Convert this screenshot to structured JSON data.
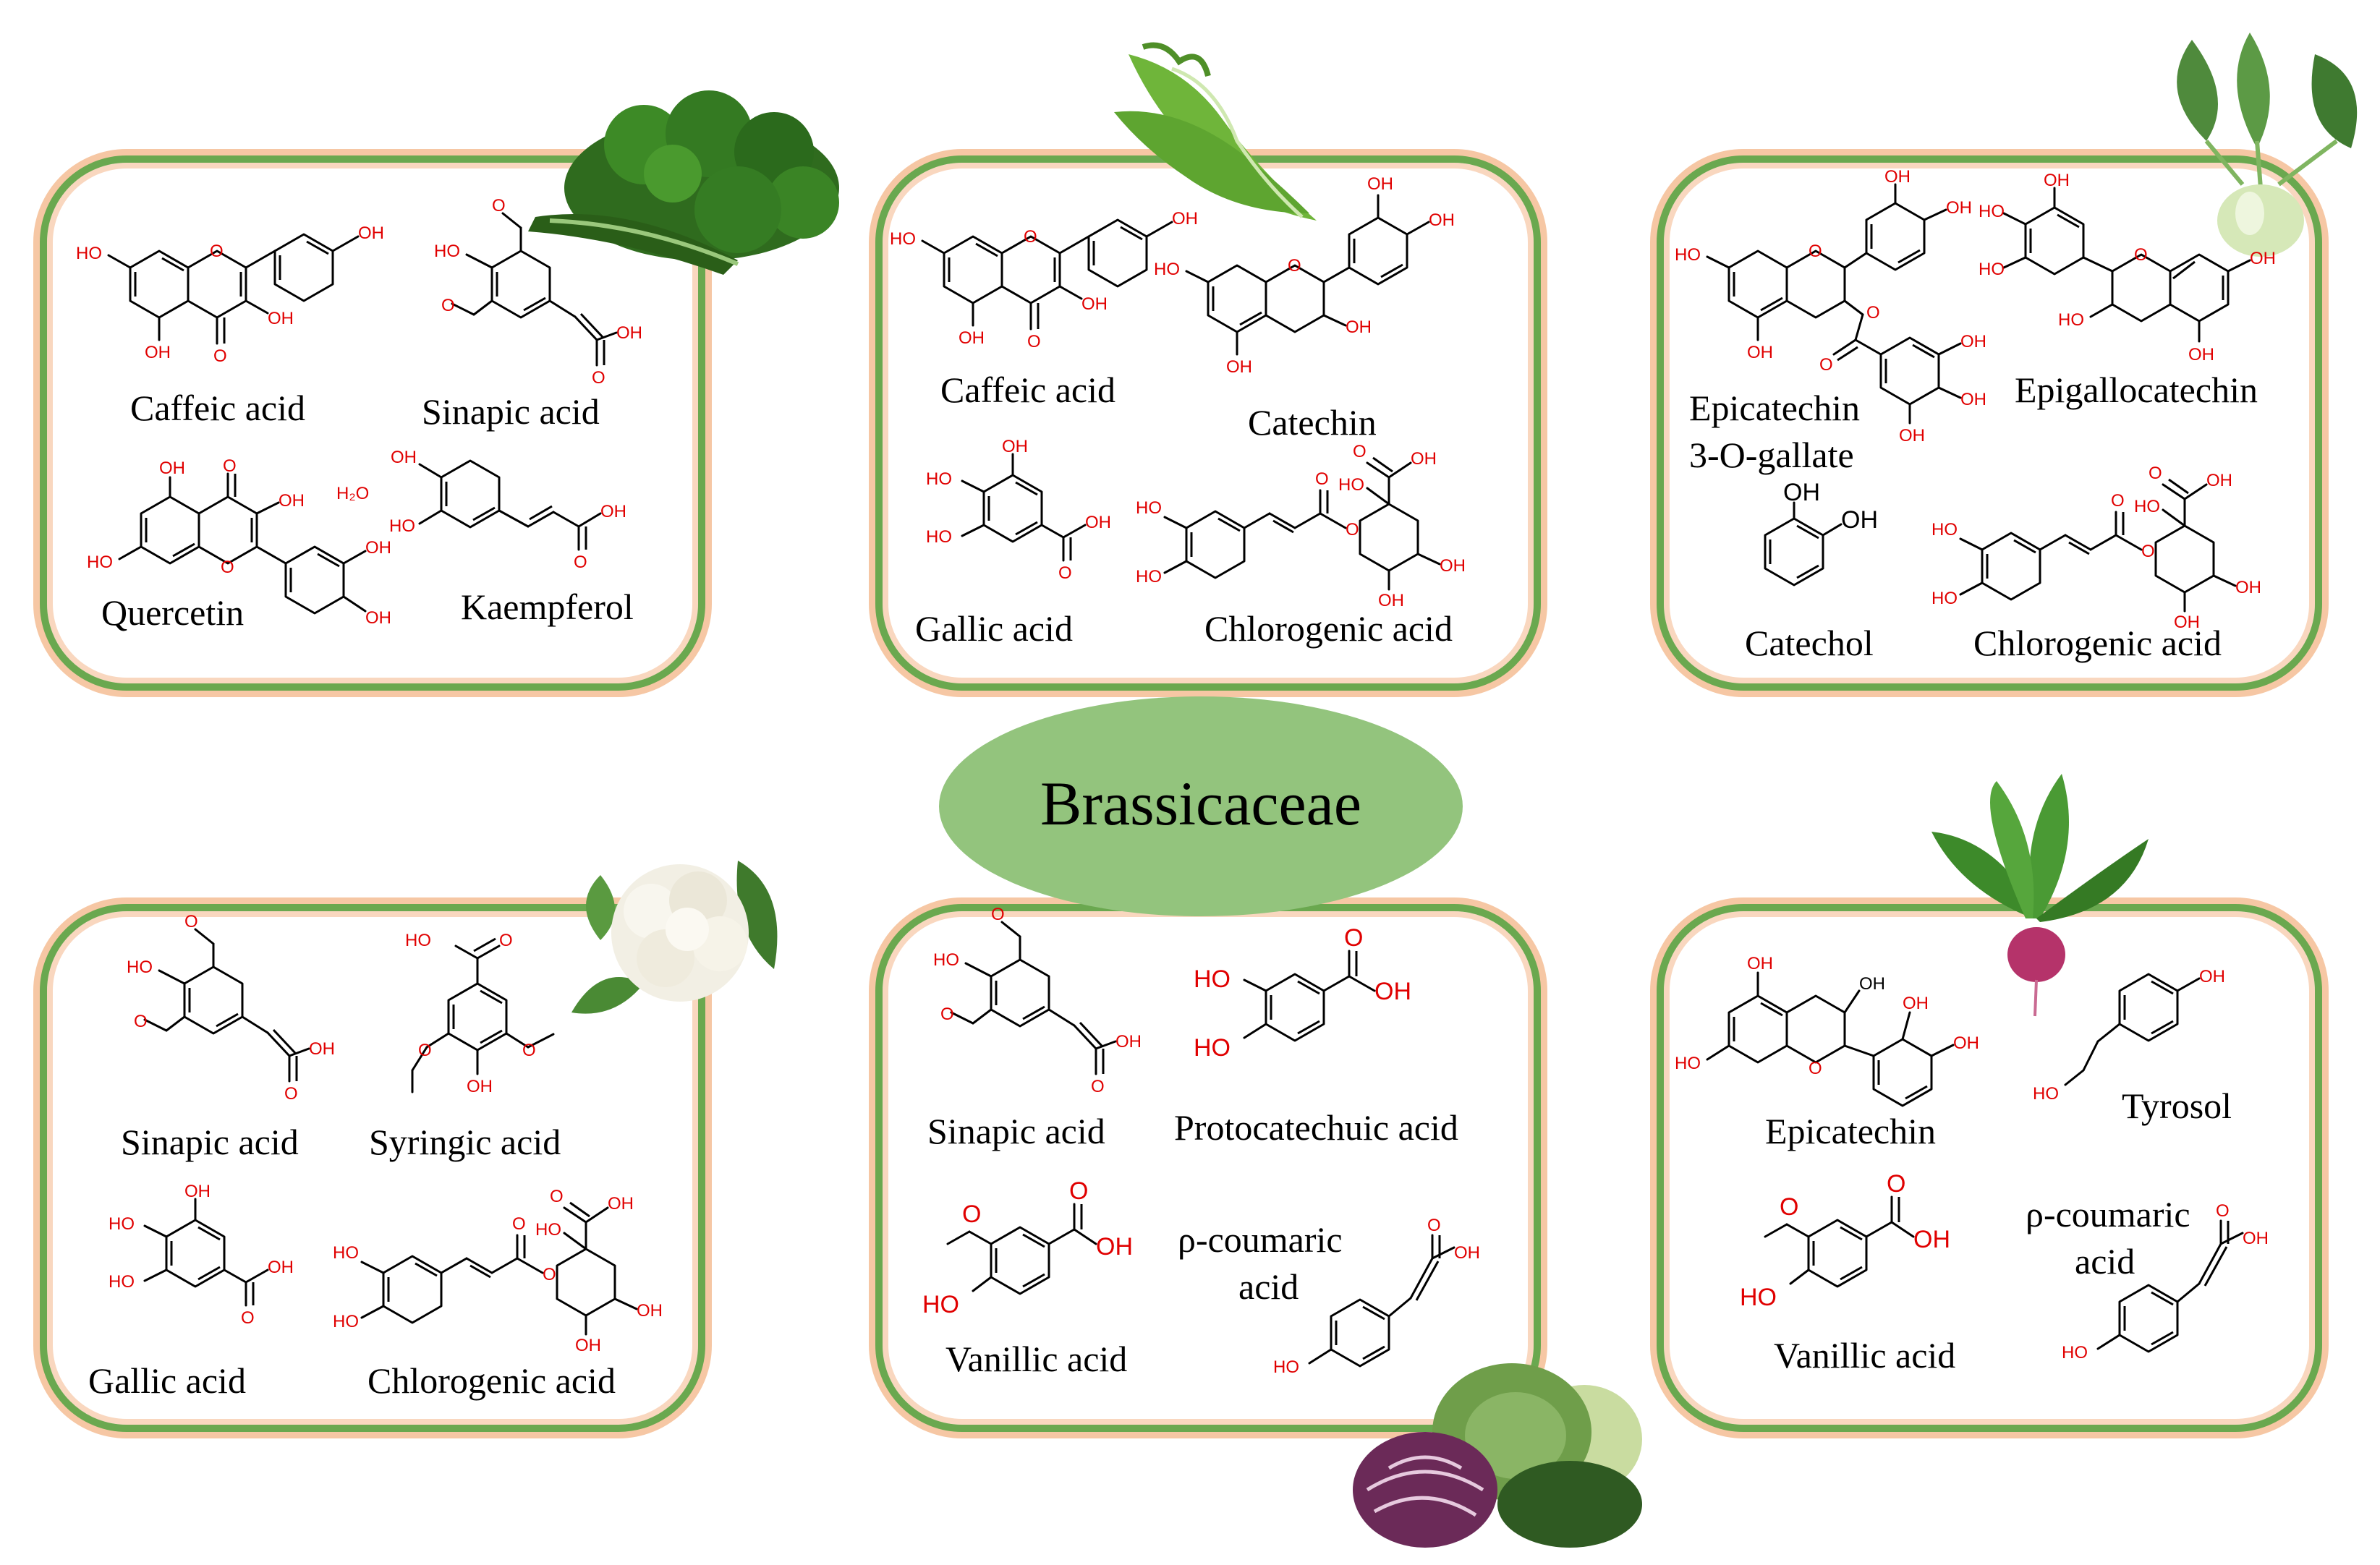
{
  "center": {
    "title": "Brassicaceae"
  },
  "boxes": {
    "kale": {
      "labels": [
        "Caffeic acid",
        "Sinapic acid",
        "Quercetin",
        "Kaempferol"
      ],
      "extra": "H₂O"
    },
    "mustard": {
      "labels": [
        "Caffeic acid",
        "Catechin",
        "Gallic acid",
        "Chlorogenic acid"
      ]
    },
    "kohlrabi": {
      "labels": [
        "Epicatechin",
        "3-O-gallate",
        "Epigallocatechin",
        "Catechol",
        "Chlorogenic acid"
      ]
    },
    "cauliflower": {
      "labels": [
        "Sinapic acid",
        "Syringic acid",
        "Gallic acid",
        "Chlorogenic acid"
      ]
    },
    "cabbage": {
      "labels": [
        "Sinapic acid",
        "Protocatechuic acid",
        "Vanillic acid",
        "ρ-coumaric",
        "acid"
      ]
    },
    "radish": {
      "labels": [
        "Epicatechin",
        "Tyrosol",
        "Vanillic acid",
        "ρ-coumaric",
        "acid"
      ]
    }
  },
  "atoms": {
    "oh": "OH",
    "ho": "HO",
    "o": "O",
    "h2o": "H₂O"
  },
  "icons": [
    "kale-icon",
    "mustard-greens-icon",
    "kohlrabi-icon",
    "cauliflower-icon",
    "cabbage-icon",
    "radish-icon"
  ],
  "colors": {
    "border": "#6aa84f",
    "glow": "#f6c7a4",
    "ellipse": "#93c47d",
    "heteroatom": "#e00000"
  }
}
